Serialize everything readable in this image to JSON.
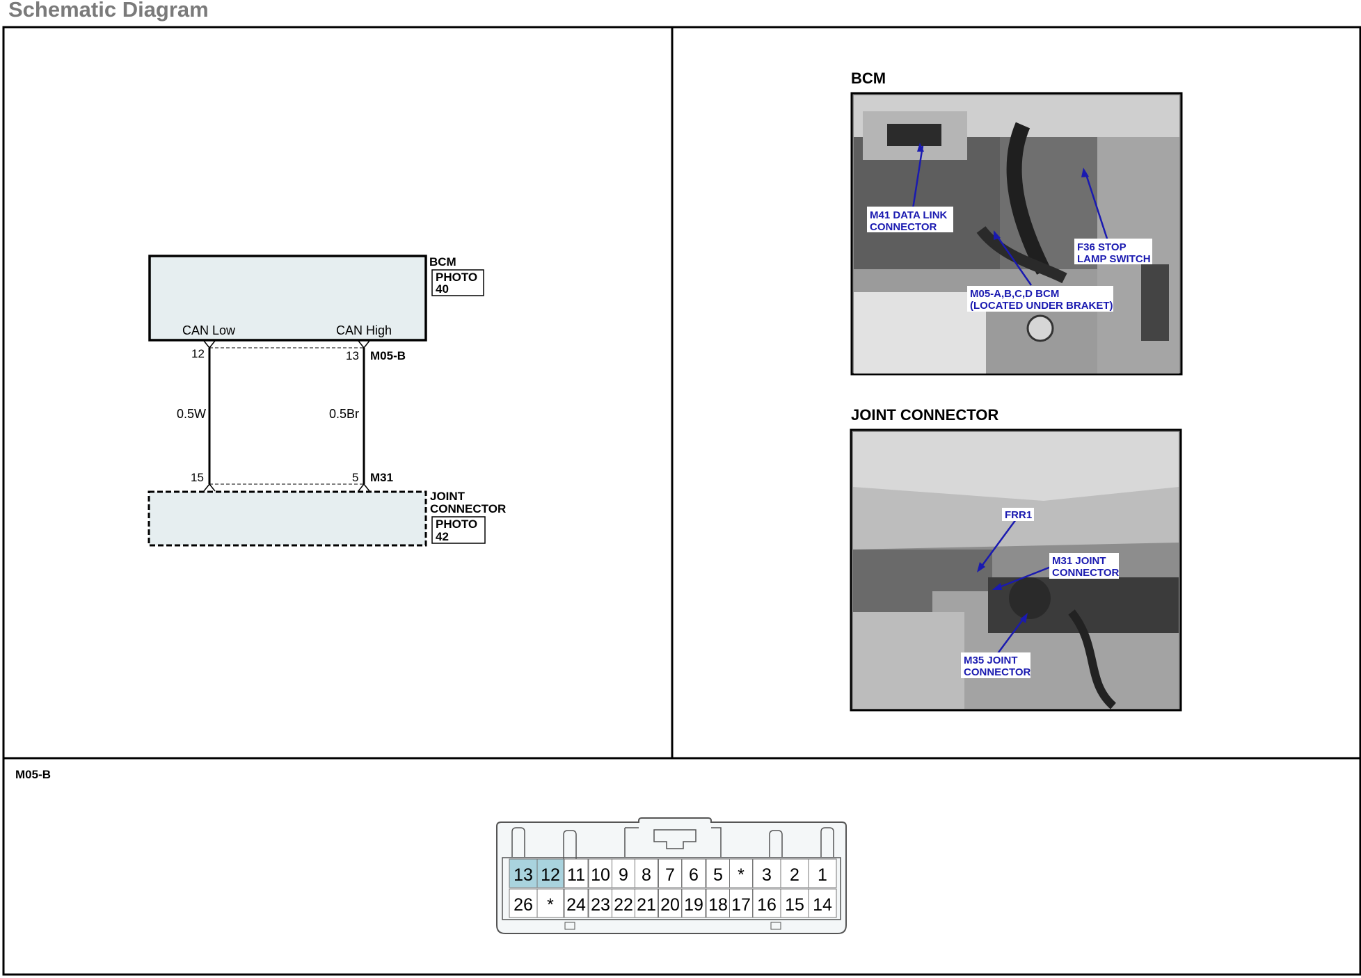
{
  "page": {
    "title": "Schematic Diagram"
  },
  "schematic": {
    "bcm": {
      "name": "BCM",
      "photo": "PHOTO",
      "photo_no": "40",
      "can_low": "CAN Low",
      "can_high": "CAN High"
    },
    "top_pins": {
      "left": "12",
      "right": "13",
      "connector": "M05-B"
    },
    "wires": {
      "left": "0.5W",
      "right": "0.5Br"
    },
    "bottom_pins": {
      "left": "15",
      "right": "5",
      "connector": "M31"
    },
    "joint": {
      "name_line1": "JOINT",
      "name_line2": "CONNECTOR",
      "photo": "PHOTO",
      "photo_no": "42"
    }
  },
  "photos": {
    "bcm": {
      "heading": "BCM",
      "callouts": {
        "data_link_1": "M41 DATA LINK",
        "data_link_2": "CONNECTOR",
        "stop_lamp_1": "F36 STOP",
        "stop_lamp_2": "LAMP SWITCH",
        "bcm_1": "M05-A,B,C,D BCM",
        "bcm_2": "(LOCATED UNDER BRAKET)"
      }
    },
    "joint": {
      "heading": "JOINT CONNECTOR",
      "callouts": {
        "frr1": "FRR1",
        "m31_1": "M31 JOINT",
        "m31_2": "CONNECTOR",
        "m35_1": "M35 JOINT",
        "m35_2": "CONNECTOR"
      }
    }
  },
  "connector_view": {
    "label": "M05-B",
    "highlight_color": "#a9d3de",
    "top_row": [
      "13",
      "12",
      "11",
      "10",
      "9",
      "8",
      "7",
      "6",
      "5",
      "*",
      "3",
      "2",
      "1"
    ],
    "bottom_row": [
      "26",
      "*",
      "24",
      "23",
      "22",
      "21",
      "20",
      "19",
      "18",
      "17",
      "16",
      "15",
      "14"
    ]
  }
}
